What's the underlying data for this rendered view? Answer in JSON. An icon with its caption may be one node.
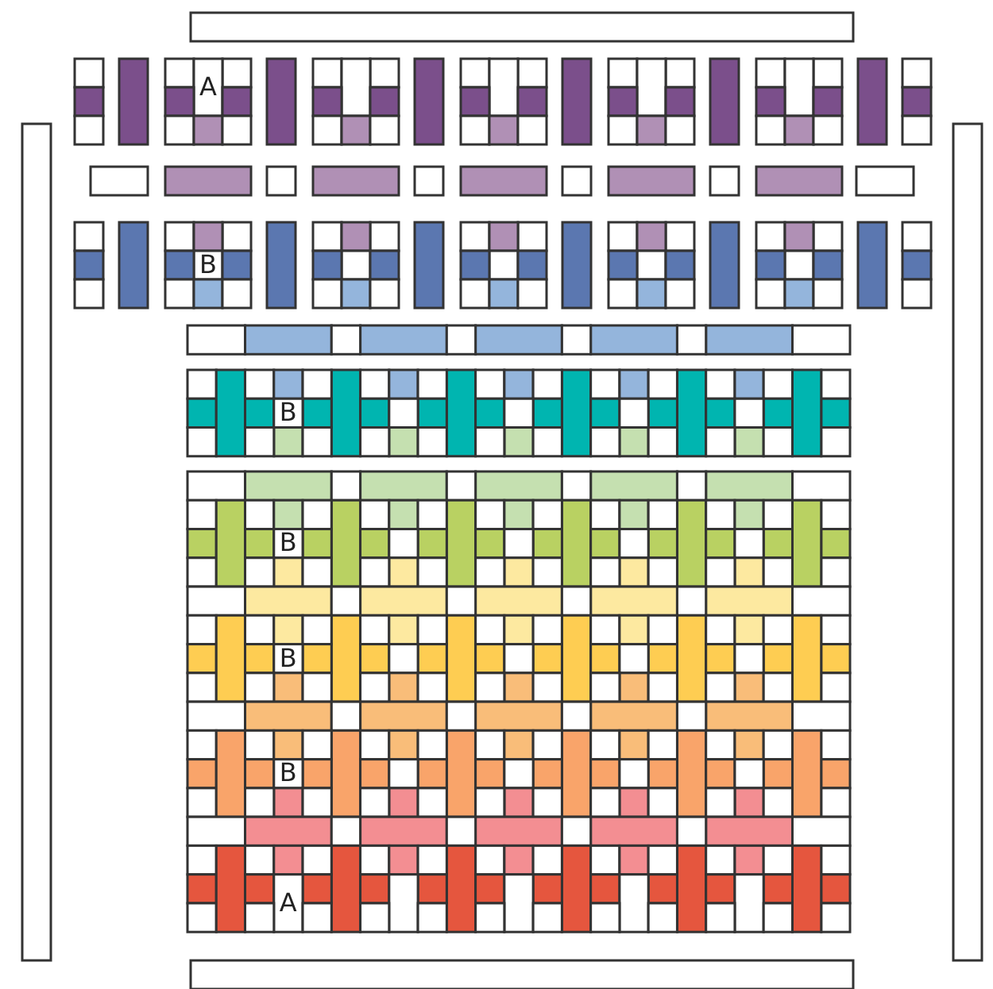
{
  "diagram": {
    "labels": [
      "A",
      "B",
      "B",
      "B",
      "B",
      "B",
      "A"
    ]
  }
}
